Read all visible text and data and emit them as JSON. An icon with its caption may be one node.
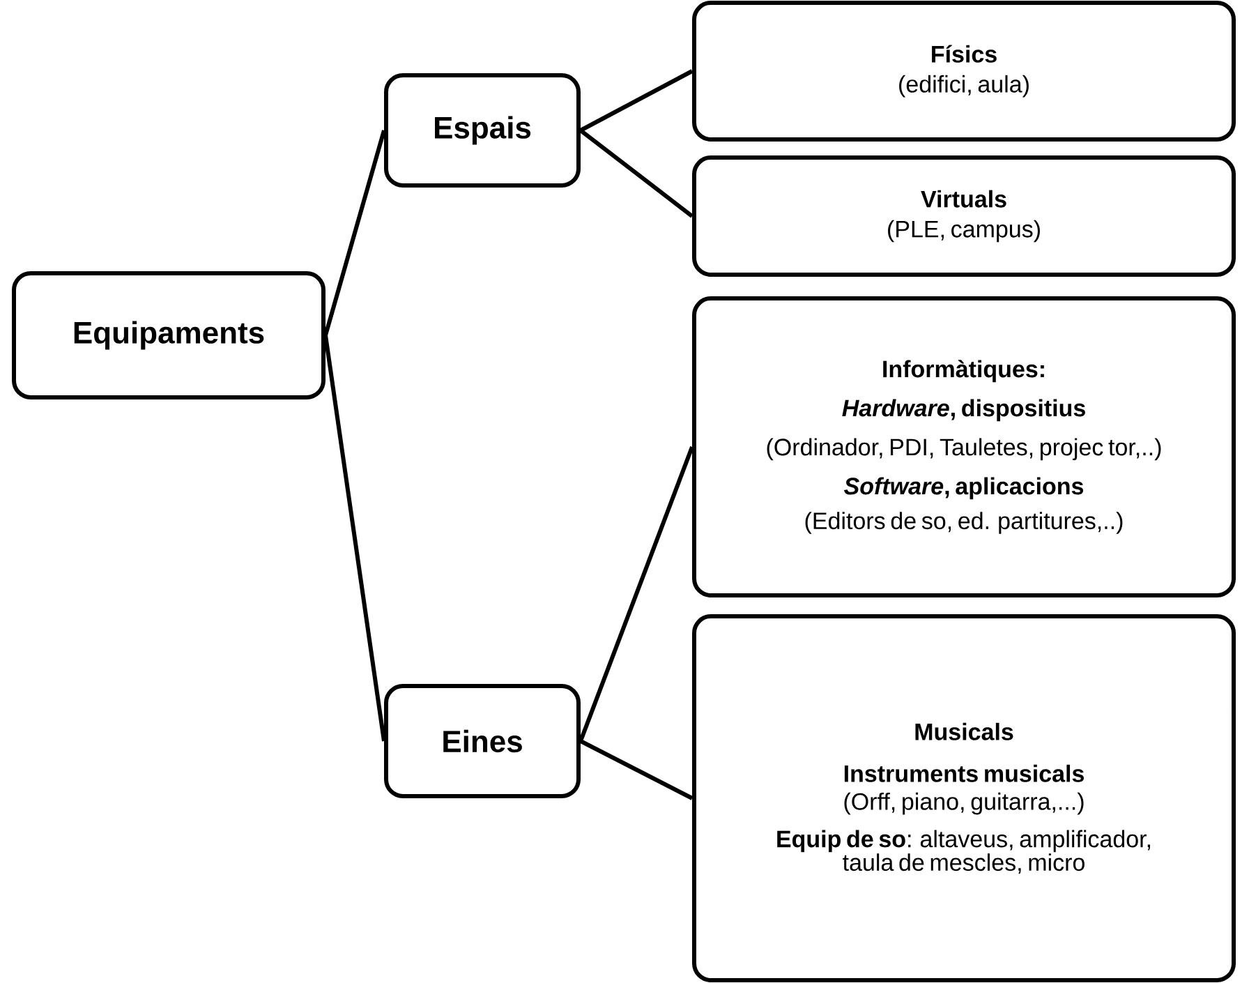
{
  "diagram": {
    "nodes": [
      {
        "text": [
          "Equipaments"
        ]
      },
      {
        "text": [
          "Espais"
        ]
      },
      {
        "text": [
          "Eines"
        ]
      },
      {
        "text": [
          "Físics",
          "(edifici, aula)"
        ]
      },
      {
        "text": [
          "Virtuals",
          "(PLE, campus)"
        ]
      },
      {
        "text": [
          "Informàtiques:",
          "*Hardware*, dispositius",
          "(Ordinador, PDI, Tauletes, projec tor,..)",
          "*Software*, aplicacions",
          "(Editors de so, ed. partitures,..)"
        ]
      },
      {
        "text": [
          "Musicals",
          "Instruments musicals",
          "(Orff, piano, guitarra,...)",
          "**Equip de so**: altaveus, amplificador, taula de mescles, micro"
        ]
      }
    ],
    "edges": [
      {
        "from": 0,
        "to": 1,
        "arrow": "none"
      },
      {
        "from": 0,
        "to": 2,
        "arrow": "none"
      },
      {
        "from": 1,
        "to": 3,
        "arrow": "none"
      },
      {
        "from": 1,
        "to": 4,
        "arrow": "none"
      },
      {
        "from": 2,
        "to": 5,
        "arrow": "none"
      },
      {
        "from": 2,
        "to": 6,
        "arrow": "none"
      }
    ]
  }
}
